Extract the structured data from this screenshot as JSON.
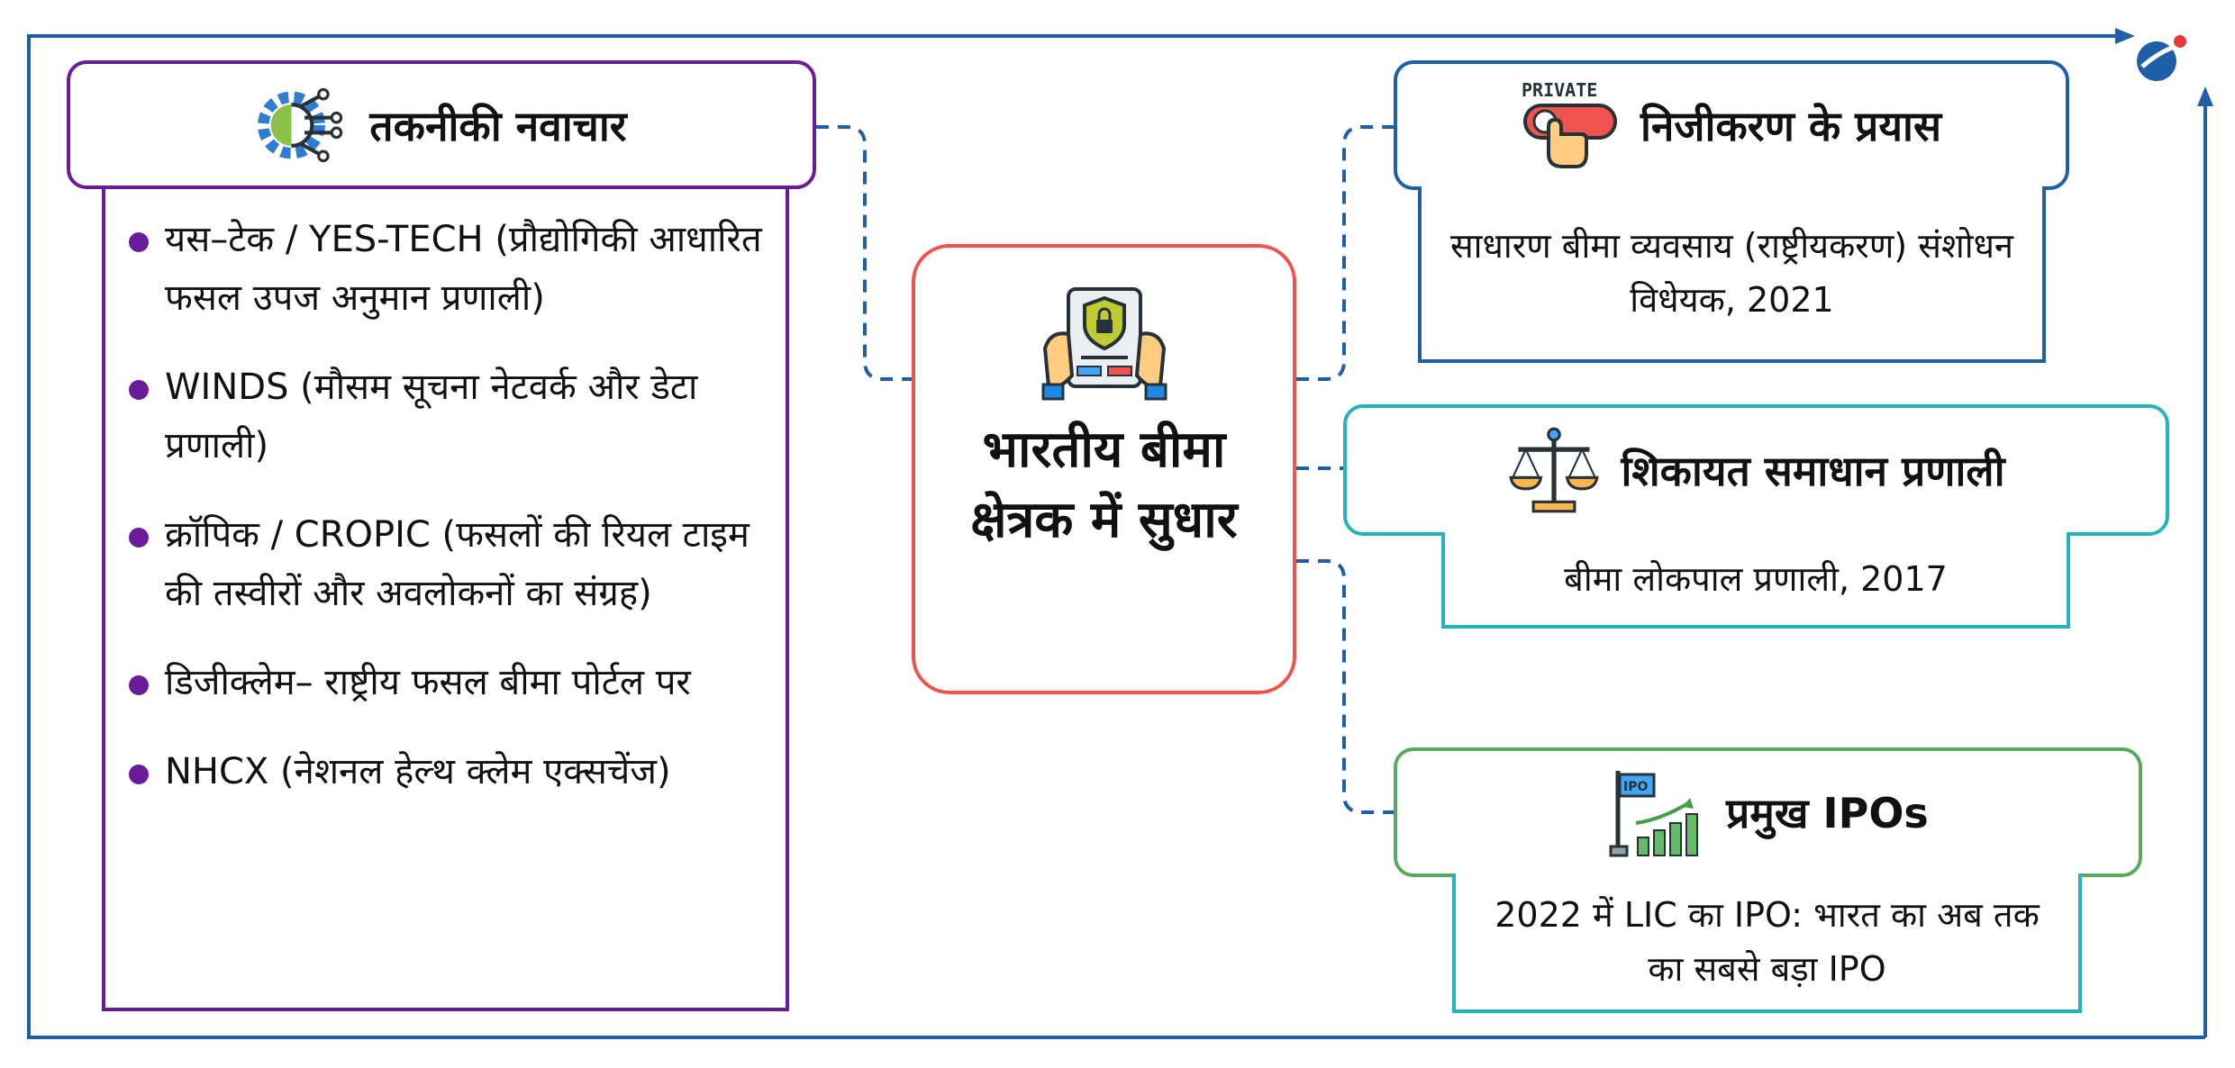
{
  "center": {
    "title": "भारतीय बीमा क्षेत्रक में सुधार"
  },
  "tech": {
    "title": "तकनीकी नवाचार",
    "items": [
      "यस–टेक / YES-TECH (प्रौद्योगिकी आधारित फसल उपज अनुमान प्रणाली)",
      "WINDS (मौसम सूचना नेटवर्क और डेटा प्रणाली)",
      "क्रॉपिक / CROPIC (फसलों की रियल टाइम की तस्वीरों और अवलोकनों का संग्रह)",
      "डिजीक्लेम– राष्ट्रीय फसल बीमा पोर्टल पर",
      "NHCX (नेशनल हेल्थ क्लेम एक्सचेंज)"
    ]
  },
  "privatisation": {
    "title": "निजीकरण के प्रयास",
    "icon_label": "PRIVATE",
    "detail": "साधारण बीमा व्यवसाय (राष्ट्रीयकरण) संशोधन विधेयक, 2021"
  },
  "grievance": {
    "title": "शिकायत समाधान प्रणाली",
    "detail": "बीमा लोकपाल प्रणाली, 2017"
  },
  "ipo": {
    "title": "प्रमुख IPOs",
    "icon_label": "IPO",
    "detail": "2022 में LIC का IPO: भारत का अब तक का सबसे बड़ा IPO"
  },
  "icons": [
    "gear-circuit-icon",
    "insurance-document-icon",
    "private-button-icon",
    "scales-icon",
    "ipo-growth-icon",
    "brand-logo-icon"
  ],
  "colors": {
    "purple": "#6a1b9a",
    "red": "#ef5350",
    "blue": "#1f5fa8",
    "teal": "#26b3b9",
    "green": "#5aa95e",
    "frame": "#1f5fa8"
  }
}
